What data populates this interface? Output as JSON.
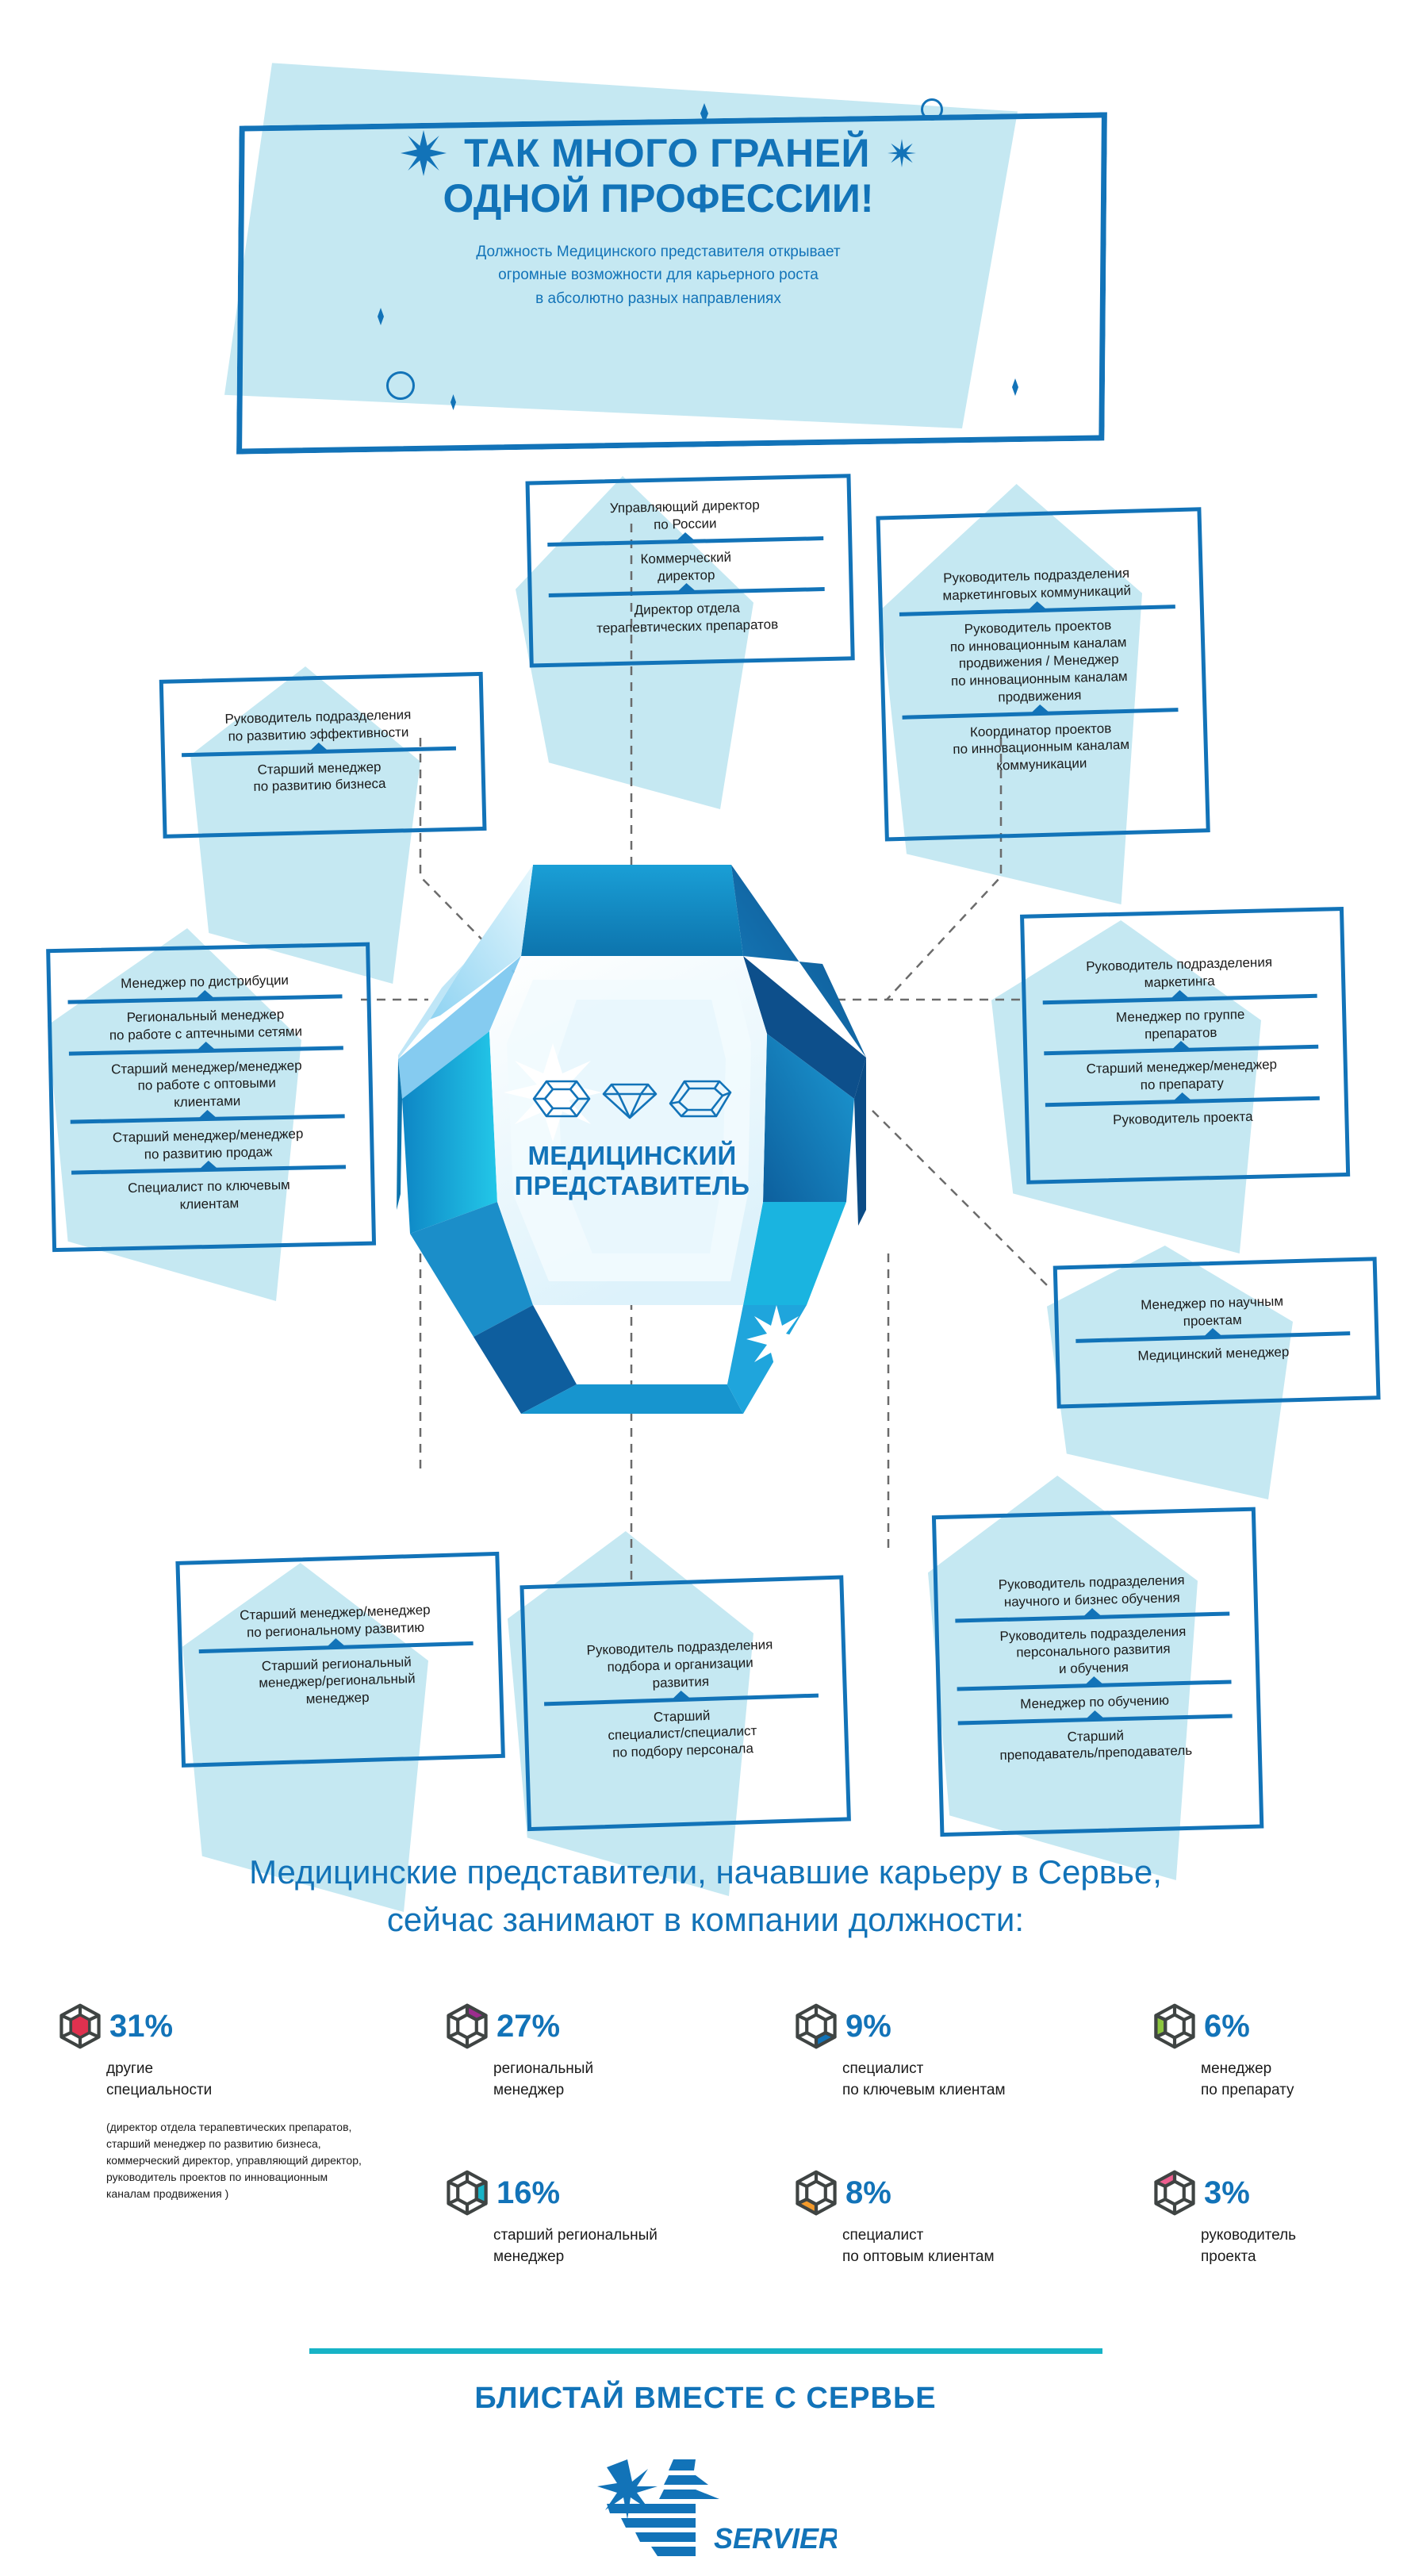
{
  "hero": {
    "title_line1": "ТАК МНОГО ГРАНЕЙ",
    "title_line2": "ОДНОЙ ПРОФЕССИИ!",
    "subtitle_line1": "Должность Медицинского представителя открывает",
    "subtitle_line2": "огромные возможности для карьерного роста",
    "subtitle_line3": "в абсолютно разных направлениях"
  },
  "center": {
    "title_line1": "МЕДИЦИНСКИЙ",
    "title_line2": "ПРЕДСТАВИТЕЛЬ",
    "icons": [
      "gem-hexagon-icon",
      "gem-diamond-icon",
      "gem-emerald-icon"
    ]
  },
  "nodes": [
    {
      "id": "top-center",
      "levels": [
        "Управляющий директор\nпо России",
        "Коммерческий\nдиректор",
        "Директор отдела\nтерапевтических препаратов"
      ]
    },
    {
      "id": "top-right",
      "levels": [
        "Руководитель подразделения\nмаркетинговых коммуникаций",
        "Руководитель проектов\nпо инновационным каналам\nпродвижения / Менеджер\nпо инновационным каналам\nпродвижения",
        "Координатор проектов\nпо инновационным каналам\nкоммуникации"
      ]
    },
    {
      "id": "upper-left",
      "levels": [
        "Руководитель подразделения\nпо развитию эффективности",
        "Старший менеджер\nпо развитию бизнеса"
      ]
    },
    {
      "id": "left",
      "levels": [
        "Менеджер по дистрибуции",
        "Региональный менеджер\nпо работе с аптечными сетями",
        "Старший менеджер/менеджер\nпо работе с оптовыми\nклиентами",
        "Старший менеджер/менеджер\nпо развитию продаж",
        "Специалист по ключевым\nклиентам"
      ]
    },
    {
      "id": "right",
      "levels": [
        "Руководитель подразделения\nмаркетинга",
        "Менеджер по группе\nпрепаратов",
        "Старший менеджер/менеджер\nпо препарату",
        "Руководитель проекта"
      ]
    },
    {
      "id": "right-lower",
      "levels": [
        "Менеджер по научным\nпроектам",
        "Медицинский менеджер"
      ]
    },
    {
      "id": "bottom-right",
      "levels": [
        "Руководитель подразделения\nнаучного и бизнес обучения",
        "Руководитель подразделения\nперсонального развития\nи обучения",
        "Менеджер по обучению",
        "Старший\nпреподаватель/преподаватель"
      ]
    },
    {
      "id": "bottom-center",
      "levels": [
        "Руководитель подразделения\nподбора и организации\nразвития",
        "Старший\nспециалист/специалист\nпо подбору персонала"
      ]
    },
    {
      "id": "bottom-left",
      "levels": [
        "Старший менеджер/менеджер\nпо региональному развитию",
        "Старший региональный\nменеджер/региональный\nменеджер"
      ]
    }
  ],
  "stats": {
    "heading_line1": "Медицинские представители, начавшие карьеру в Сервье,",
    "heading_line2": "сейчас занимают в компании должности:",
    "items": [
      {
        "percent": "31%",
        "label": "другые\nспециальности",
        "label_line1": "другие",
        "label_line2": "специальности",
        "accent": "#e0314f",
        "note": "(директор отдела терапевтических препаратов, старший менеджер по развитию бизнеса, коммерческий директор, управляющий директор, руководитель проектов по инновационным каналам продвижения )"
      },
      {
        "percent": "27%",
        "label_line1": "региональный",
        "label_line2": "менеджер",
        "accent": "#9c2d8e",
        "note": ""
      },
      {
        "percent": "9%",
        "label_line1": "специалист",
        "label_line2": "по ключевым клиентам",
        "accent": "#1273b8",
        "note": ""
      },
      {
        "percent": "6%",
        "label_line1": "менеджер",
        "label_line2": "по препарату",
        "accent": "#8cc63e",
        "note": ""
      },
      {
        "percent": "16%",
        "label_line1": "старший региональный",
        "label_line2": "менеджер",
        "accent": "#17b3c6",
        "note": ""
      },
      {
        "percent": "8%",
        "label_line1": "специалист",
        "label_line2": "по оптовым клиентам",
        "accent": "#f49a2b",
        "note": ""
      },
      {
        "percent": "3%",
        "label_line1": "руководитель",
        "label_line2": "проекта",
        "accent": "#ee5e8f",
        "note": ""
      }
    ]
  },
  "footer": {
    "tagline": "БЛИСТАЙ ВМЕСТЕ С СЕРВЬЕ",
    "logo_text": "SERVIER"
  },
  "colors": {
    "brand_blue": "#1273b8",
    "pale_blue": "#c5e8f2",
    "teal": "#17b3c6",
    "dark_gray": "#3f4443"
  }
}
